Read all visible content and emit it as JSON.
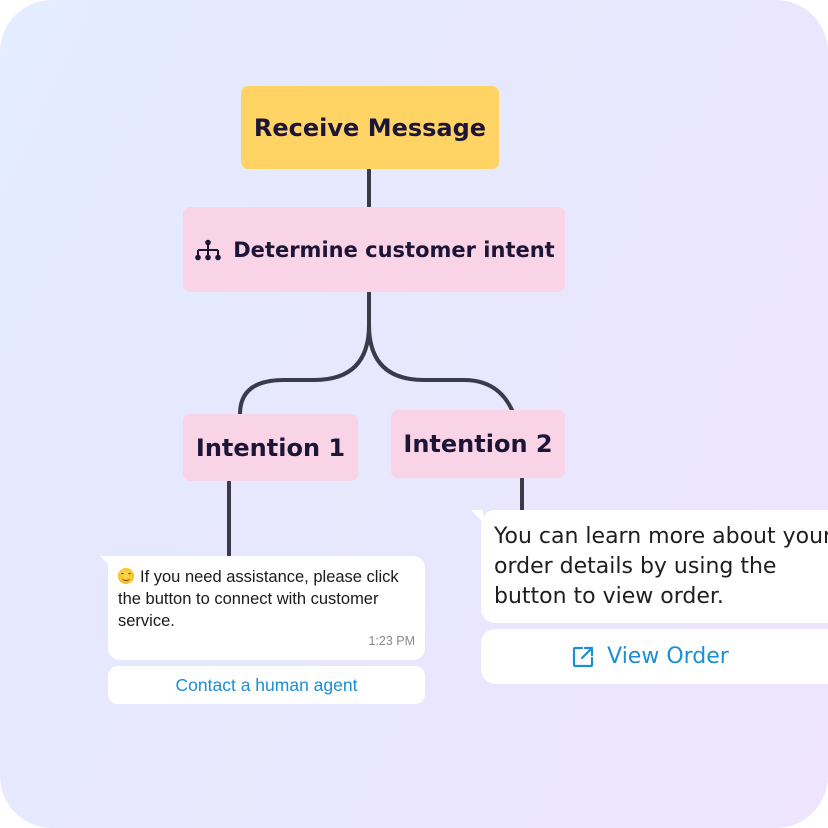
{
  "colors": {
    "start_fill": "#ffd465",
    "step_fill": "#f9d4e6",
    "text_dark": "#1c1537",
    "link_blue": "#1a8fd6",
    "connector": "#3b3a4a"
  },
  "flow": {
    "start": {
      "label": "Receive Message"
    },
    "decision": {
      "label": "Determine customer intent",
      "icon": "hierarchy-icon"
    },
    "branches": [
      {
        "label": "Intention 1"
      },
      {
        "label": "Intention 2"
      }
    ]
  },
  "replies": {
    "intention_1": {
      "emoji": "smiling-face-emoji",
      "message": "If you need assistance, please click the button to connect with customer service.",
      "time": "1:23 PM",
      "button_label": "Contact a human agent"
    },
    "intention_2": {
      "message": "You can learn more about your order details by using the button to view order.",
      "button_icon": "external-link-icon",
      "button_label": "View Order"
    }
  }
}
